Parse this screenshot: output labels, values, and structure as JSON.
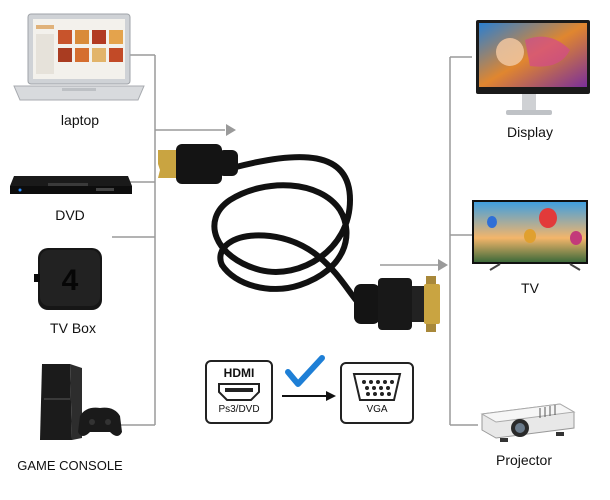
{
  "sources": {
    "laptop": "laptop",
    "dvd": "DVD",
    "tv_box": "TV Box",
    "game_console": "GAME CONSOLE"
  },
  "outputs": {
    "display": "Display",
    "tv": "TV",
    "projector": "Projector"
  },
  "hdmi_badge": {
    "title": "HDMI",
    "subtitle": "Ps3/DVD"
  },
  "vga_badge": {
    "label": "VGA"
  },
  "colors": {
    "check": "#1e7fd6",
    "gold": "#c9a441",
    "cable": "#111111",
    "line": "#9a9a9a"
  }
}
